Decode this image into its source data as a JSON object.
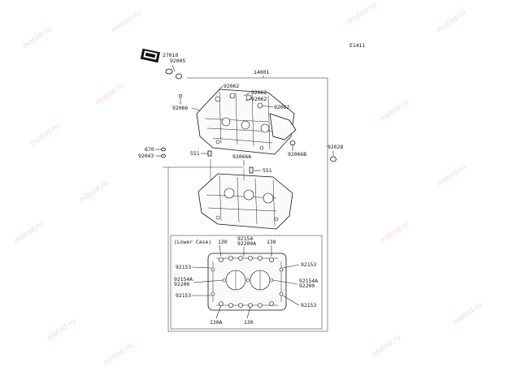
{
  "diagram_id": "E1411",
  "watermark": "motod.ru",
  "labels": {
    "p27010": "27010",
    "p92005": "92005",
    "p14001": "14001",
    "p92062a": "92062",
    "p92062b": "92062",
    "p92062c": "92062",
    "p92062d": "92062",
    "p92066": "92066",
    "p670": "670",
    "p92043": "92043",
    "p551a": "551",
    "p551b": "551",
    "p92066A": "92066A",
    "p92066B": "92066B",
    "p92028": "92028",
    "lower_case": "(Lower Case)",
    "p130_top_l": "130",
    "p130_top_r": "130",
    "p92154_top": "92154",
    "p92200A_top": "92200A",
    "p92153_l1": "92153",
    "p92153_l2": "92153",
    "p92153_r1": "92153",
    "p92153_r2": "92153",
    "p92154A_l": "92154A",
    "p92200_l": "92200",
    "p92154A_r": "92154A",
    "p92200_r": "92200",
    "p130A_bot": "130A",
    "p130_bot": "130"
  },
  "colors": {
    "line": "#111111",
    "watermark": "#f0b4b4",
    "sticker": "#111111"
  },
  "icons": {
    "sealant_tag": "seal-icon"
  }
}
